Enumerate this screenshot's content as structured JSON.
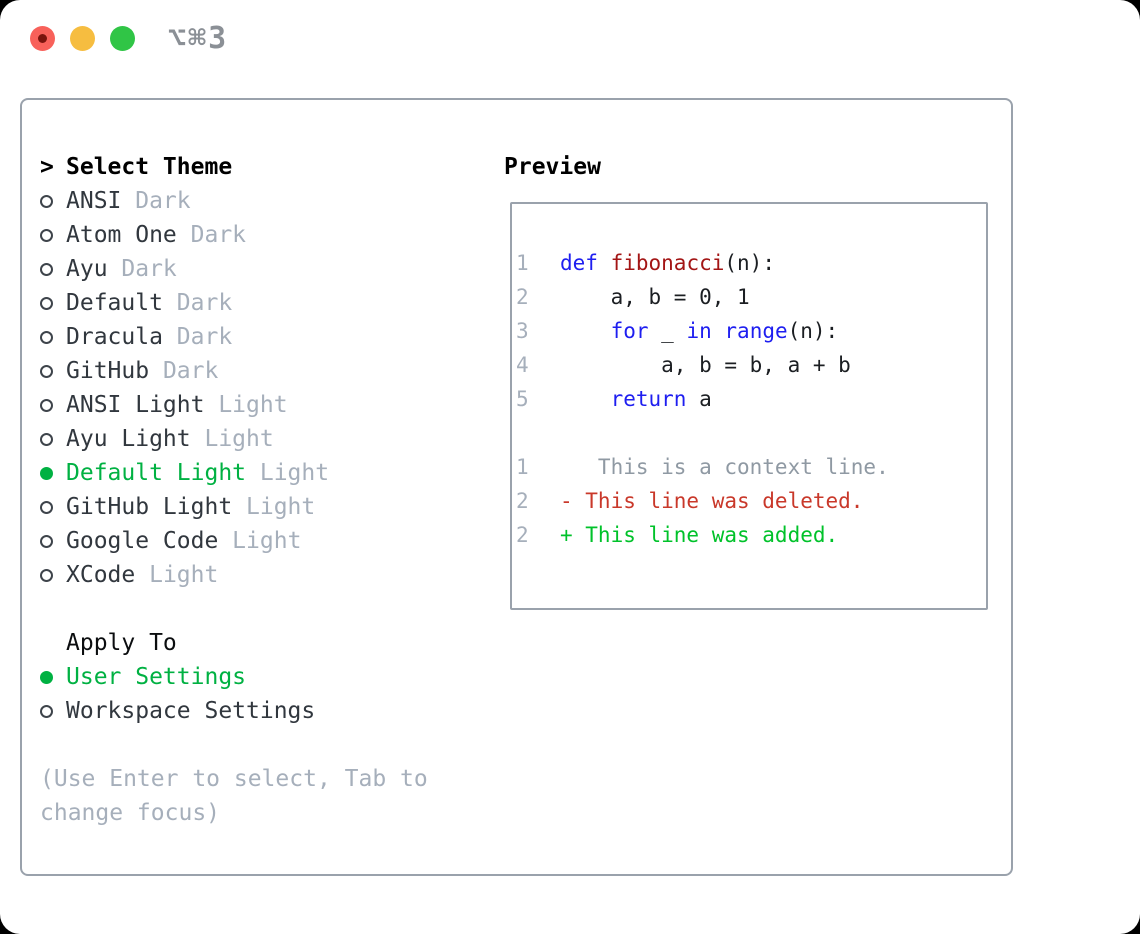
{
  "window": {
    "title": "⌥⌘3"
  },
  "theme_select": {
    "header_marker": ">",
    "header": "Select Theme",
    "items": [
      {
        "name": "ANSI",
        "tag": "Dark",
        "selected": false
      },
      {
        "name": "Atom One",
        "tag": "Dark",
        "selected": false
      },
      {
        "name": "Ayu",
        "tag": "Dark",
        "selected": false
      },
      {
        "name": "Default",
        "tag": "Dark",
        "selected": false
      },
      {
        "name": "Dracula",
        "tag": "Dark",
        "selected": false
      },
      {
        "name": "GitHub",
        "tag": "Dark",
        "selected": false
      },
      {
        "name": "ANSI Light",
        "tag": "Light",
        "selected": false
      },
      {
        "name": "Ayu Light",
        "tag": "Light",
        "selected": false
      },
      {
        "name": "Default Light",
        "tag": "Light",
        "selected": true
      },
      {
        "name": "GitHub Light",
        "tag": "Light",
        "selected": false
      },
      {
        "name": "Google Code",
        "tag": "Light",
        "selected": false
      },
      {
        "name": "XCode",
        "tag": "Light",
        "selected": false
      }
    ]
  },
  "apply_to": {
    "header": "Apply To",
    "options": [
      {
        "label": "User Settings",
        "selected": true
      },
      {
        "label": "Workspace Settings",
        "selected": false
      }
    ]
  },
  "hint": "(Use Enter to select, Tab to change focus)",
  "preview": {
    "header": "Preview",
    "lines": [
      {
        "num": "1",
        "tokens": [
          {
            "t": "def",
            "c": "kw"
          },
          {
            "t": " ",
            "c": "pl"
          },
          {
            "t": "fibonacci",
            "c": "fn"
          },
          {
            "t": "(n):",
            "c": "pl"
          }
        ]
      },
      {
        "num": "2",
        "tokens": [
          {
            "t": "    a, b = 0, 1",
            "c": "pl"
          }
        ]
      },
      {
        "num": "3",
        "tokens": [
          {
            "t": "    ",
            "c": "pl"
          },
          {
            "t": "for",
            "c": "kw"
          },
          {
            "t": " _ ",
            "c": "pl"
          },
          {
            "t": "in",
            "c": "kw"
          },
          {
            "t": " ",
            "c": "pl"
          },
          {
            "t": "range",
            "c": "kw"
          },
          {
            "t": "(n):",
            "c": "pl"
          }
        ]
      },
      {
        "num": "4",
        "tokens": [
          {
            "t": "        a, b = b, a + b",
            "c": "pl"
          }
        ]
      },
      {
        "num": "5",
        "tokens": [
          {
            "t": "    ",
            "c": "pl"
          },
          {
            "t": "return",
            "c": "kw"
          },
          {
            "t": " a",
            "c": "pl"
          }
        ]
      },
      null,
      {
        "num": "1",
        "tokens": [
          {
            "t": "   This is a context line.",
            "c": "ctx"
          }
        ]
      },
      {
        "num": "2",
        "tokens": [
          {
            "t": "- This line was deleted.",
            "c": "del"
          }
        ]
      },
      {
        "num": "2",
        "tokens": [
          {
            "t": "+ This line was added.",
            "c": "add"
          }
        ]
      }
    ]
  },
  "colors": {
    "page_bg": "#000000",
    "window_bg": "#ffffff",
    "border": "#9aa2ac",
    "title": "#8b9096",
    "heading": "#000000",
    "subheading": "#0b0d0f",
    "item_text": "#31373e",
    "muted": "#a6afbb",
    "circle_outline": "#3e444b",
    "selection_green": "#00b142",
    "keyword": "#1e1ef0",
    "function_name": "#a31515",
    "code_text": "#1b1e22",
    "line_number": "#a6afbb",
    "context": "#8f99a3",
    "deleted": "#c9382a",
    "added": "#00c22a",
    "tl_red": "#f8615a",
    "tl_red_dot": "#7a140d",
    "tl_yellow": "#f6bd40",
    "tl_green": "#30c546"
  }
}
